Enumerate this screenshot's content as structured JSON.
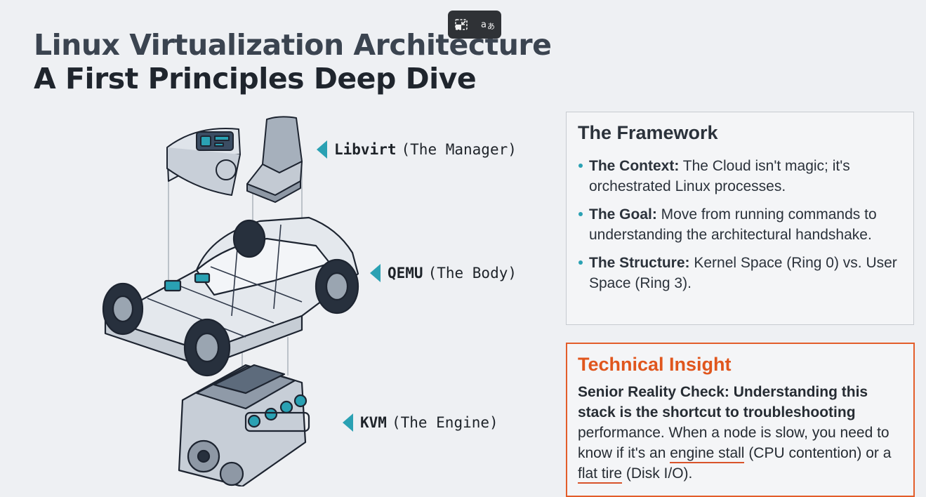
{
  "title": {
    "line1": "Linux Virtualization Architecture",
    "line2": "A First Principles Deep Dive"
  },
  "overlay": {
    "icons": [
      "picture-in-picture-exit-icon",
      "translate-icon"
    ]
  },
  "diagram": {
    "labels": [
      {
        "name": "Libvirt",
        "desc": "(The Manager)"
      },
      {
        "name": "QEMU",
        "desc": "(The Body)"
      },
      {
        "name": "KVM",
        "desc": "(The Engine)"
      }
    ]
  },
  "framework": {
    "heading": "The Framework",
    "items": [
      {
        "term": "The Context:",
        "text": " The Cloud isn't magic; it's orchestrated Linux processes."
      },
      {
        "term": "The Goal:",
        "text": " Move from running commands to understanding the architectural handshake."
      },
      {
        "term": "The Structure:",
        "text": " Kernel Space (Ring 0) vs. User Space (Ring 3)."
      }
    ]
  },
  "insight": {
    "heading": "Technical Insight",
    "bold": "Senior Reality Check: Understanding this stack is the shortcut to troubleshooting",
    "text1": " performance. When a node is slow, you need to know if it's an ",
    "u1": "engine stall",
    "text2": " (CPU contention) or a ",
    "u2": "flat tire",
    "text3": " (Disk I/O)."
  },
  "colors": {
    "accent_teal": "#2aa1b3",
    "accent_orange": "#e35d2a"
  }
}
